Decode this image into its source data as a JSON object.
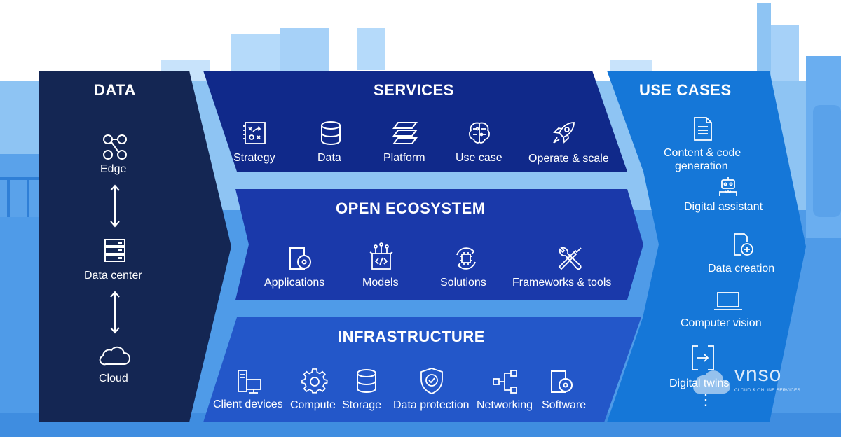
{
  "data_column": {
    "title": "DATA",
    "items": [
      {
        "label": "Edge",
        "icon": "nodes-icon"
      },
      {
        "label": "Data center",
        "icon": "server-stack-icon"
      },
      {
        "label": "Cloud",
        "icon": "cloud-icon"
      }
    ]
  },
  "services": {
    "title": "SERVICES",
    "items": [
      {
        "label": "Strategy",
        "icon": "strategy-board-icon"
      },
      {
        "label": "Data",
        "icon": "database-icon"
      },
      {
        "label": "Platform",
        "icon": "layers-icon"
      },
      {
        "label": "Use case",
        "icon": "brain-circuit-icon"
      },
      {
        "label": "Operate & scale",
        "icon": "rocket-icon"
      }
    ]
  },
  "open_ecosystem": {
    "title": "OPEN ECOSYSTEM",
    "items": [
      {
        "label": "Applications",
        "icon": "application-disc-icon"
      },
      {
        "label": "Models",
        "icon": "code-box-icon"
      },
      {
        "label": "Solutions",
        "icon": "chip-cycle-icon"
      },
      {
        "label": "Frameworks & tools",
        "icon": "tools-icon"
      }
    ]
  },
  "infrastructure": {
    "title": "INFRASTRUCTURE",
    "items": [
      {
        "label": "Client devices",
        "icon": "client-devices-icon"
      },
      {
        "label": "Compute",
        "icon": "gear-icon"
      },
      {
        "label": "Storage",
        "icon": "database-icon"
      },
      {
        "label": "Data protection",
        "icon": "shield-check-icon"
      },
      {
        "label": "Networking",
        "icon": "network-icon"
      },
      {
        "label": "Software",
        "icon": "software-disc-icon"
      }
    ]
  },
  "use_cases": {
    "title": "USE CASES",
    "items": [
      {
        "label": "Content & code generation",
        "line1": "Content & code",
        "line2": "generation",
        "icon": "document-icon"
      },
      {
        "label": "Digital assistant",
        "icon": "robot-icon"
      },
      {
        "label": "Data creation",
        "icon": "file-plus-icon"
      },
      {
        "label": "Computer vision",
        "icon": "laptop-icon"
      },
      {
        "label": "Digital twins",
        "icon": "twin-arrow-icon"
      }
    ],
    "more": "⋮"
  },
  "watermark": {
    "brand": "vnso",
    "tagline": "CLOUD & ONLINE SERVICES"
  },
  "colors": {
    "data_panel": "#142653",
    "services_panel": "#10298a",
    "ecosystem_panel": "#1a39aa",
    "infrastructure_panel": "#2357c9",
    "use_cases_panel": "#1577d8",
    "background_light": "#4f9be8",
    "text": "#ffffff"
  }
}
